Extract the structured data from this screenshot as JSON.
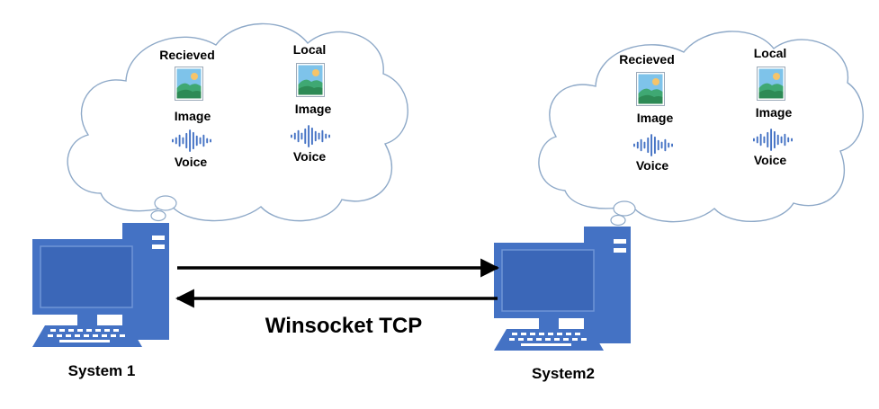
{
  "left_cloud": {
    "received_label": "Recieved",
    "received_image_label": "Image",
    "received_voice_label": "Voice",
    "local_label": "Local",
    "local_image_label": "Image",
    "local_voice_label": "Voice"
  },
  "right_cloud": {
    "received_label": "Recieved",
    "received_image_label": "Image",
    "received_voice_label": "Voice",
    "local_label": "Local",
    "local_image_label": "Image",
    "local_voice_label": "Voice"
  },
  "system_left": "System 1",
  "system_right": "System2",
  "link_label": "Winsocket TCP",
  "icons": [
    "image-icon",
    "voice-wave-icon",
    "computer-icon",
    "thought-cloud"
  ],
  "colors": {
    "computer": "#4472C4",
    "computer_dark": "#2F528F",
    "screen": "#3F6FC0",
    "cloud_stroke": "#8EA9C8",
    "wave": "#4472C4",
    "arrow": "#000000"
  }
}
